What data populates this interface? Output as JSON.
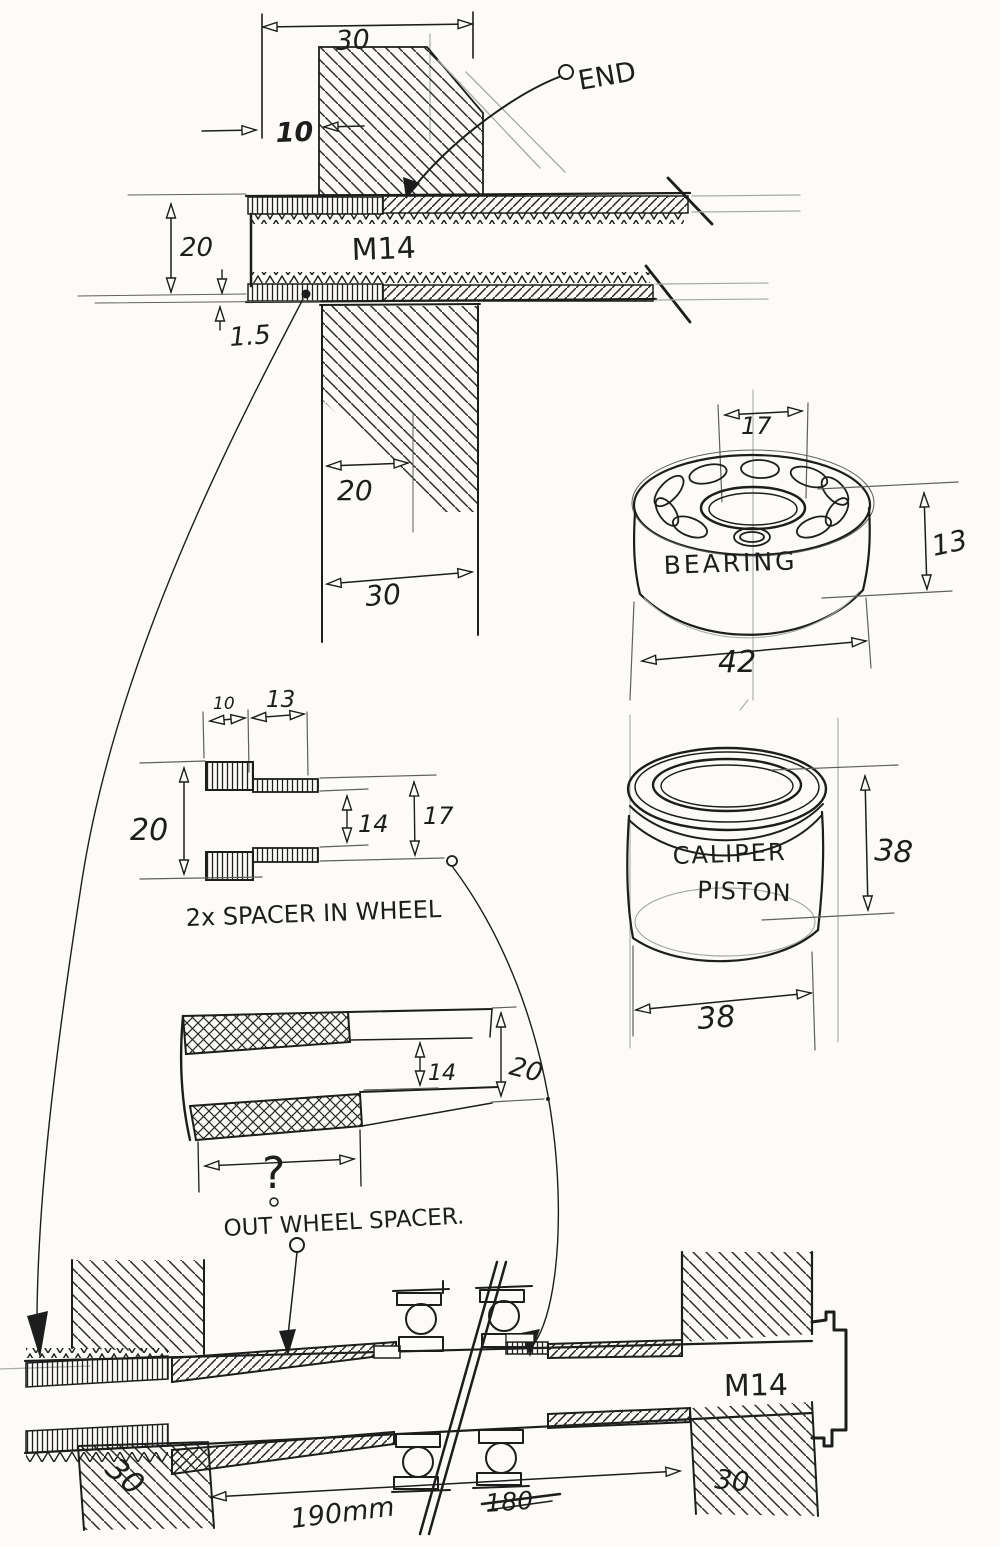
{
  "colors": {
    "paper": "#fcfbf7",
    "ink": "#1d1d1d",
    "pencil": "#a9a9a9"
  },
  "top_section": {
    "dim_wall_width": "30",
    "dim_offset": "10",
    "dim_axle_height": "20",
    "axle_thread_label": "M14",
    "dim_lip": "1.5",
    "end_label": "END",
    "dim_inner_depth": "20",
    "dim_outer_depth": "30"
  },
  "bearing": {
    "name": "BEARING",
    "dim_bore": "17",
    "dim_width": "13",
    "dim_outer_diameter": "42"
  },
  "caliper_piston": {
    "name_line1": "CALIPER",
    "name_line2": "PISTON",
    "dim_height": "38",
    "dim_diameter": "38"
  },
  "wheel_spacer": {
    "caption": "2x SPACER IN WHEEL",
    "dim_flange_len": "10",
    "dim_body_len": "13",
    "dim_outer": "20",
    "dim_bore": "14",
    "dim_step": "17"
  },
  "outer_spacer": {
    "caption": "OUT WHEEL SPACER.",
    "dim_bore": "14",
    "dim_outer": "20",
    "dim_length": "?"
  },
  "bottom_section": {
    "axle_label": "M14",
    "dim_left_wall": "30",
    "dim_right_wall": "30",
    "dim_span": "190mm",
    "dim_span_rejected": "180"
  }
}
